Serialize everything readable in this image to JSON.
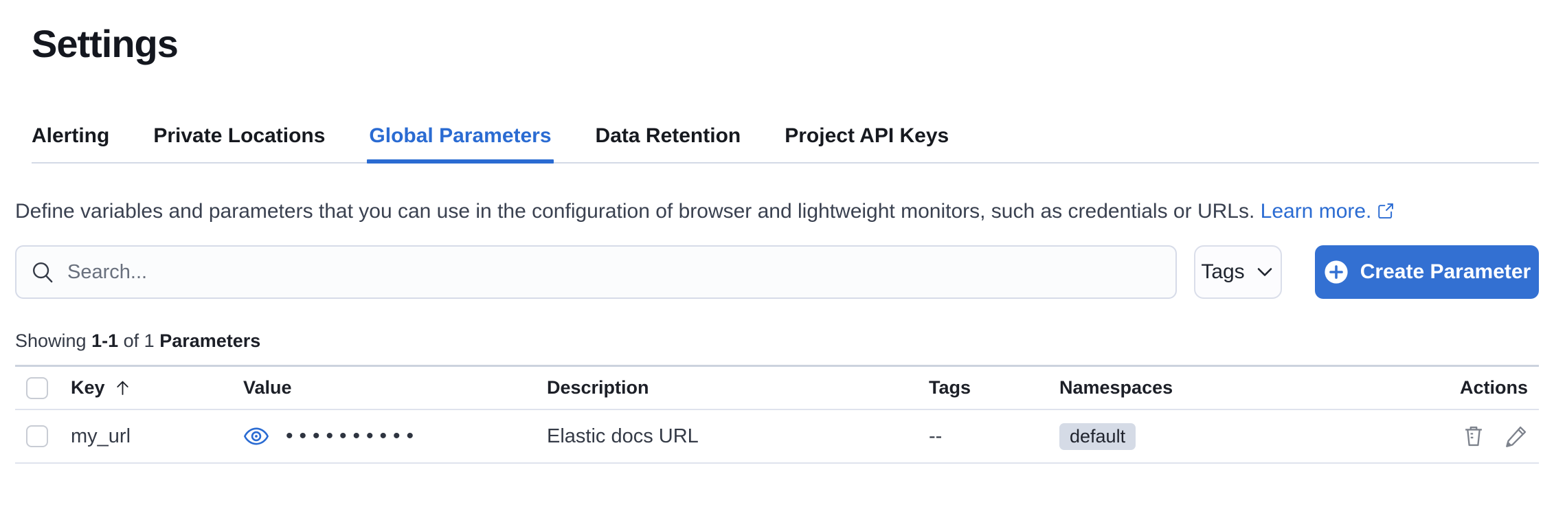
{
  "title": "Settings",
  "tabs": [
    {
      "label": "Alerting",
      "active": false
    },
    {
      "label": "Private Locations",
      "active": false
    },
    {
      "label": "Global Parameters",
      "active": true
    },
    {
      "label": "Data Retention",
      "active": false
    },
    {
      "label": "Project API Keys",
      "active": false
    }
  ],
  "description": {
    "text": "Define variables and parameters that you can use in the configuration of browser and lightweight monitors, such as credentials or URLs.",
    "link_label": "Learn more.",
    "link_icon": "external-link-icon"
  },
  "toolbar": {
    "search_placeholder": "Search...",
    "search_icon": "magnifying-glass-icon",
    "tags_button_label": "Tags",
    "tags_button_icon": "chevron-down-icon",
    "create_button_label": "Create Parameter",
    "create_button_icon": "plus-in-circle-icon"
  },
  "summary": {
    "showing_label": "Showing",
    "range": "1-1",
    "of_label": "of 1",
    "entity_label": "Parameters"
  },
  "table": {
    "headers": {
      "key": "Key",
      "value": "Value",
      "description": "Description",
      "tags": "Tags",
      "namespaces": "Namespaces",
      "actions": "Actions"
    },
    "sort": {
      "column": "Key",
      "direction": "ascending",
      "icon": "arrow-up-icon"
    },
    "rows": [
      {
        "key": "my_url",
        "value_masked": "••••••••••",
        "value_reveal_icon": "eye-icon",
        "description": "Elastic docs URL",
        "tags": "--",
        "namespace": "default",
        "action_icons": [
          "trash-icon",
          "pencil-icon"
        ]
      }
    ]
  },
  "colors": {
    "accent_blue": "#2a6bd2",
    "button_blue": "#3370d2",
    "text_primary": "#1c1f27",
    "text_body": "#343a46",
    "text_muted": "#69707d",
    "divider": "#d3dae6",
    "badge_background": "#d5dbe6",
    "action_icon_gray": "#7d828c"
  }
}
